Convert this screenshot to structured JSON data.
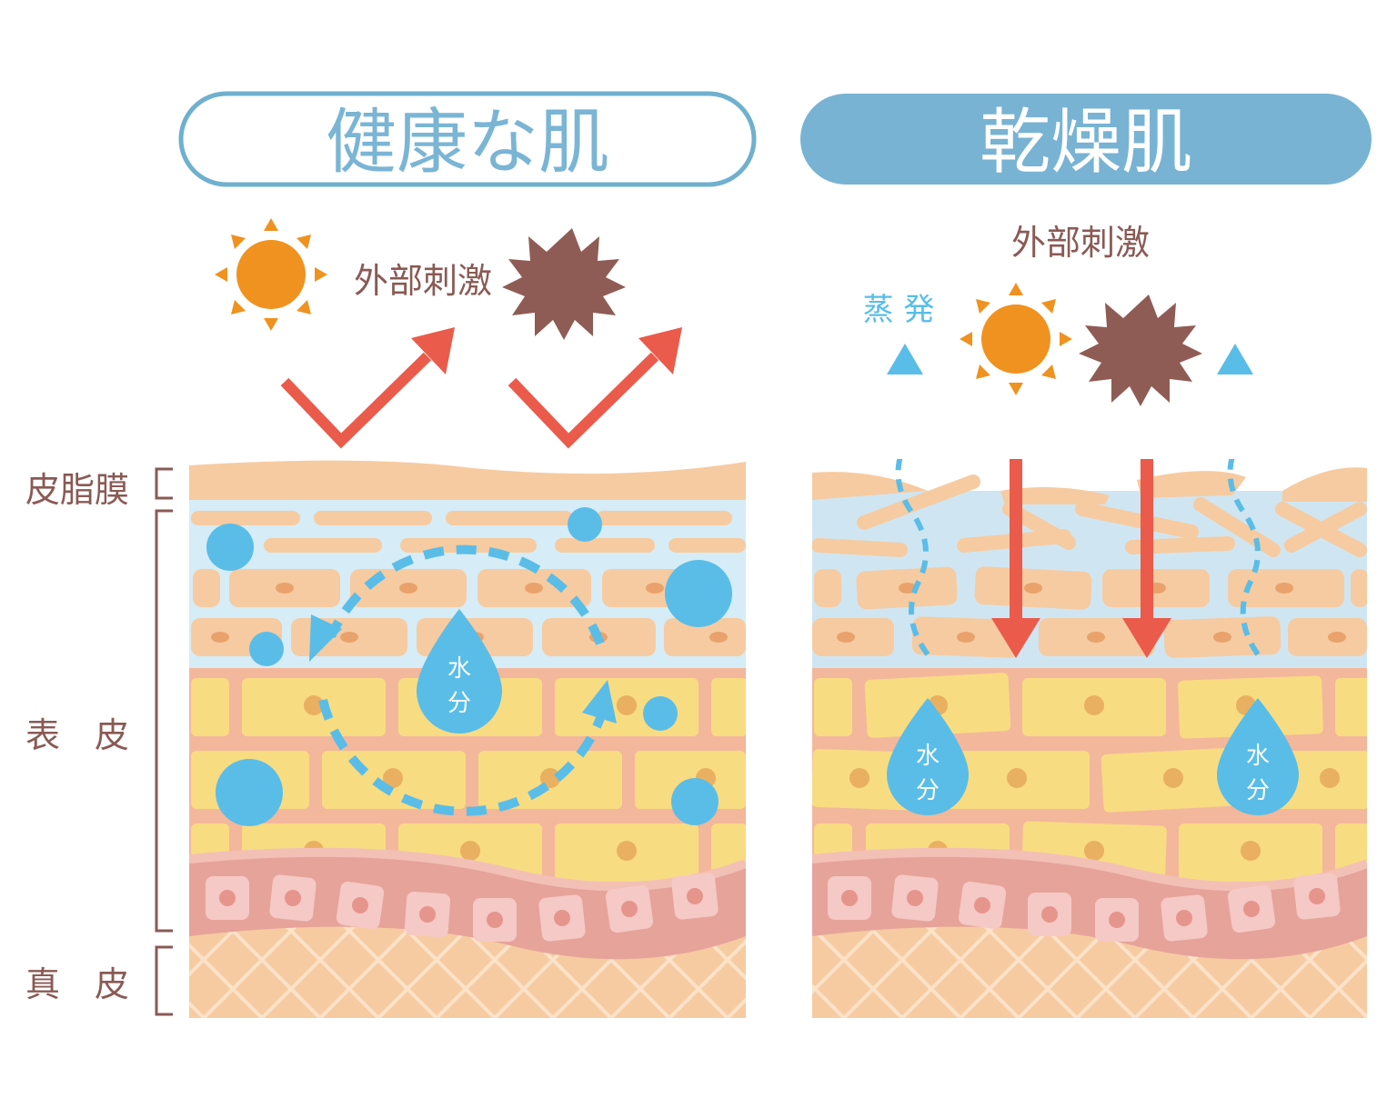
{
  "left_panel": {
    "title": "健康な肌",
    "stimulus_label": "外部刺激",
    "moisture_label_line1": "水",
    "moisture_label_line2": "分"
  },
  "right_panel": {
    "title": "乾燥肌",
    "stimulus_label": "外部刺激",
    "evaporation_label": "蒸 発",
    "moisture_label_line1": "水",
    "moisture_label_line2": "分"
  },
  "layer_labels": {
    "sebum": "皮脂膜",
    "epidermis": "表　皮",
    "dermis": "真　皮"
  },
  "colors": {
    "title_outline": "#6fb0cf",
    "title_fill": "#78b3d3",
    "label_brown": "#8a5a55",
    "sun": "#f0921f",
    "irritant": "#8f5c55",
    "arrow_red": "#ea5b4b",
    "water": "#59bde8",
    "sebum": "#f6cba1",
    "horny_layer_bg": "#d6ecf6",
    "granular_cell": "#f8dc82",
    "basal_band": "#e6a39a",
    "dermis": "#f6cba1"
  },
  "icons": [
    "sun-icon",
    "irritant-icon",
    "water-drop-icon",
    "bounce-arrow-icon",
    "down-arrow-icon",
    "evaporation-arrow-icon"
  ]
}
